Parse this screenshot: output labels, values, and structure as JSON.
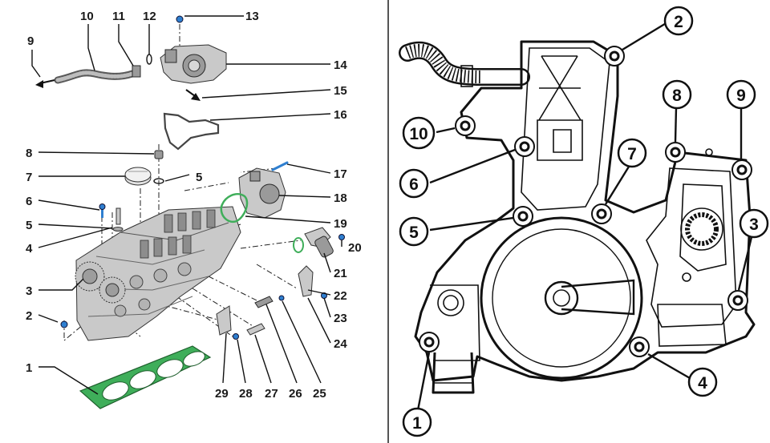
{
  "left_panel": {
    "callouts": [
      {
        "num": "1"
      },
      {
        "num": "2"
      },
      {
        "num": "3"
      },
      {
        "num": "4"
      },
      {
        "num": "5"
      },
      {
        "num": "6"
      },
      {
        "num": "7"
      },
      {
        "num": "8"
      },
      {
        "num": "9"
      },
      {
        "num": "10"
      },
      {
        "num": "11"
      },
      {
        "num": "12"
      },
      {
        "num": "13"
      },
      {
        "num": "14"
      },
      {
        "num": "15"
      },
      {
        "num": "16"
      },
      {
        "num": "17"
      },
      {
        "num": "18"
      },
      {
        "num": "19"
      },
      {
        "num": "20"
      },
      {
        "num": "21"
      },
      {
        "num": "22"
      },
      {
        "num": "23"
      },
      {
        "num": "24"
      },
      {
        "num": "25"
      },
      {
        "num": "26"
      },
      {
        "num": "27"
      },
      {
        "num": "28"
      },
      {
        "num": "29"
      },
      {
        "num": "5"
      }
    ]
  },
  "right_panel": {
    "callouts": [
      {
        "num": "1"
      },
      {
        "num": "2"
      },
      {
        "num": "3"
      },
      {
        "num": "4"
      },
      {
        "num": "5"
      },
      {
        "num": "6"
      },
      {
        "num": "7"
      },
      {
        "num": "8"
      },
      {
        "num": "9"
      },
      {
        "num": "10"
      }
    ]
  },
  "colors": {
    "gasket": "#3fae5a",
    "fastener": "#2f7fd0",
    "background": "#ffffff",
    "divider": "#555555"
  }
}
